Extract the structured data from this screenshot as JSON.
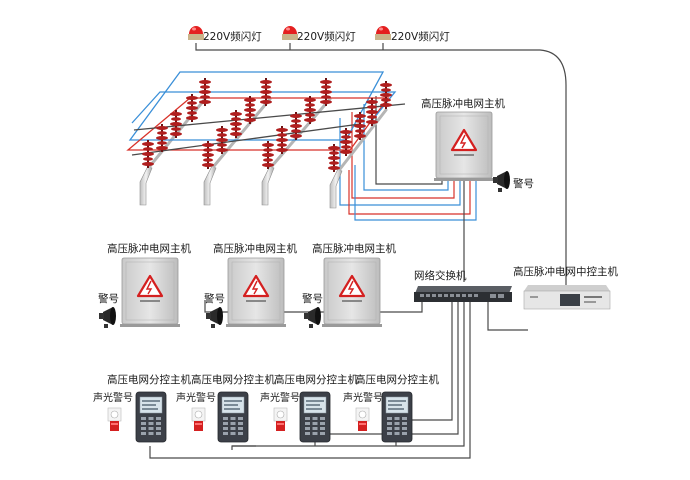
{
  "flash_lights": [
    {
      "label": "220V频闪灯"
    },
    {
      "label": "220V频闪灯"
    },
    {
      "label": "220V频闪灯"
    }
  ],
  "main_host_top": {
    "label": "高压脉冲电网主机",
    "alarm_label": "警号"
  },
  "main_hosts_mid": [
    {
      "label": "高压脉冲电网主机",
      "alarm_label": "警号"
    },
    {
      "label": "高压脉冲电网主机",
      "alarm_label": "警号"
    },
    {
      "label": "高压脉冲电网主机",
      "alarm_label": "警号"
    }
  ],
  "network_switch": {
    "label": "网络交换机"
  },
  "central_controller": {
    "label": "高压脉冲电网中控主机"
  },
  "sub_controllers": [
    {
      "label": "高压电网分控主机",
      "alarm_label": "声光警号"
    },
    {
      "label": "高压电网分控主机",
      "alarm_label": "声光警号"
    },
    {
      "label": "高压电网分控主机",
      "alarm_label": "声光警号"
    },
    {
      "label": "高压电网分控主机",
      "alarm_label": "声光警号"
    }
  ],
  "colors": {
    "wire_gray": "#4a4a4a",
    "wire_blue": "#3a8fd8",
    "wire_red": "#d8322a",
    "insulator_red": "#b01e1e",
    "box_gray": "#d6d6d6",
    "warning_red": "#d42020"
  }
}
